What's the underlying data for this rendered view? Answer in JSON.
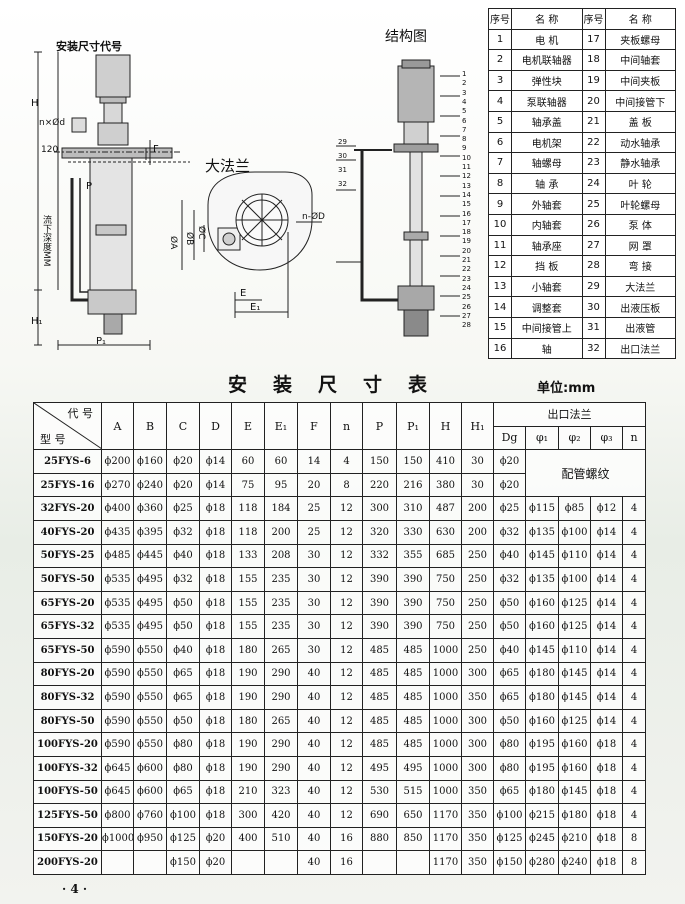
{
  "drawings": {
    "install_label": "安装尺寸代号",
    "flange_label": "大法兰",
    "structure_label": "结构图",
    "depth_label": "流下深度MM",
    "dim_labels": {
      "H": "H",
      "H1": "H₁",
      "P": "P",
      "P1": "P₁",
      "F": "F",
      "n_d": "n-ØD",
      "a": "ØA",
      "b": "ØB",
      "c": "ØC",
      "e": "E",
      "e1": "E₁",
      "n_d2": "n×Ød",
      "d120": "120"
    },
    "callouts": [
      "1",
      "2",
      "3",
      "4",
      "5",
      "6",
      "7",
      "8",
      "9",
      "10",
      "11",
      "12",
      "13",
      "14",
      "15",
      "16",
      "17",
      "18",
      "19",
      "20",
      "21",
      "22",
      "23",
      "24",
      "25",
      "26",
      "27",
      "28",
      "29",
      "30",
      "31",
      "32"
    ]
  },
  "parts_table": {
    "headers": [
      "序号",
      "名 称",
      "序号",
      "名 称"
    ],
    "rows": [
      [
        "1",
        "电 机",
        "17",
        "夹板螺母"
      ],
      [
        "2",
        "电机联轴器",
        "18",
        "中间轴套"
      ],
      [
        "3",
        "弹性块",
        "19",
        "中间夹板"
      ],
      [
        "4",
        "泵联轴器",
        "20",
        "中间接管下"
      ],
      [
        "5",
        "轴承盖",
        "21",
        "盖 板"
      ],
      [
        "6",
        "电机架",
        "22",
        "动水轴承"
      ],
      [
        "7",
        "轴螺母",
        "23",
        "静水轴承"
      ],
      [
        "8",
        "轴 承",
        "24",
        "叶 轮"
      ],
      [
        "9",
        "外轴套",
        "25",
        "叶轮螺母"
      ],
      [
        "10",
        "内轴套",
        "26",
        "泵 体"
      ],
      [
        "11",
        "轴承座",
        "27",
        "网 罩"
      ],
      [
        "12",
        "挡 板",
        "28",
        "弯 接"
      ],
      [
        "13",
        "小轴套",
        "29",
        "大法兰"
      ],
      [
        "14",
        "调整套",
        "30",
        "出液压板"
      ],
      [
        "15",
        "中间接管上",
        "31",
        "出液管"
      ],
      [
        "16",
        "轴",
        "32",
        "出口法兰"
      ]
    ]
  },
  "dims_table": {
    "title": "安装尺寸表",
    "unit": "单位:mm",
    "corner_top": "代 号",
    "corner_bottom": "型 号",
    "columns": [
      "A",
      "B",
      "C",
      "D",
      "E",
      "E₁",
      "F",
      "n",
      "P",
      "P₁",
      "H",
      "H₁"
    ],
    "outlet_header": "出口法兰",
    "outlet_columns": [
      "Dg",
      "φ₁",
      "φ₂",
      "φ₃",
      "n"
    ],
    "pipe_thread_note": "配管螺纹",
    "rows": [
      [
        "25FYS-6",
        "ϕ200",
        "ϕ160",
        "ϕ20",
        "ϕ14",
        "60",
        "60",
        "14",
        "4",
        "150",
        "150",
        "410",
        "30",
        "ϕ20",
        "",
        "",
        "",
        ""
      ],
      [
        "25FYS-16",
        "ϕ270",
        "ϕ240",
        "ϕ20",
        "ϕ14",
        "75",
        "95",
        "20",
        "8",
        "220",
        "216",
        "380",
        "30",
        "ϕ20",
        "",
        "",
        "",
        ""
      ],
      [
        "32FYS-20",
        "ϕ400",
        "ϕ360",
        "ϕ25",
        "ϕ18",
        "118",
        "184",
        "25",
        "12",
        "300",
        "310",
        "487",
        "200",
        "ϕ25",
        "ϕ115",
        "ϕ85",
        "ϕ12",
        "4"
      ],
      [
        "40FYS-20",
        "ϕ435",
        "ϕ395",
        "ϕ32",
        "ϕ18",
        "118",
        "200",
        "25",
        "12",
        "320",
        "330",
        "630",
        "200",
        "ϕ32",
        "ϕ135",
        "ϕ100",
        "ϕ14",
        "4"
      ],
      [
        "50FYS-25",
        "ϕ485",
        "ϕ445",
        "ϕ40",
        "ϕ18",
        "133",
        "208",
        "30",
        "12",
        "332",
        "355",
        "685",
        "250",
        "ϕ40",
        "ϕ145",
        "ϕ110",
        "ϕ14",
        "4"
      ],
      [
        "50FYS-50",
        "ϕ535",
        "ϕ495",
        "ϕ32",
        "ϕ18",
        "155",
        "235",
        "30",
        "12",
        "390",
        "390",
        "750",
        "250",
        "ϕ32",
        "ϕ135",
        "ϕ100",
        "ϕ14",
        "4"
      ],
      [
        "65FYS-20",
        "ϕ535",
        "ϕ495",
        "ϕ50",
        "ϕ18",
        "155",
        "235",
        "30",
        "12",
        "390",
        "390",
        "750",
        "250",
        "ϕ50",
        "ϕ160",
        "ϕ125",
        "ϕ14",
        "4"
      ],
      [
        "65FYS-32",
        "ϕ535",
        "ϕ495",
        "ϕ50",
        "ϕ18",
        "155",
        "235",
        "30",
        "12",
        "390",
        "390",
        "750",
        "250",
        "ϕ50",
        "ϕ160",
        "ϕ125",
        "ϕ14",
        "4"
      ],
      [
        "65FYS-50",
        "ϕ590",
        "ϕ550",
        "ϕ40",
        "ϕ18",
        "180",
        "265",
        "30",
        "12",
        "485",
        "485",
        "1000",
        "250",
        "ϕ40",
        "ϕ145",
        "ϕ110",
        "ϕ14",
        "4"
      ],
      [
        "80FYS-20",
        "ϕ590",
        "ϕ550",
        "ϕ65",
        "ϕ18",
        "190",
        "290",
        "40",
        "12",
        "485",
        "485",
        "1000",
        "300",
        "ϕ65",
        "ϕ180",
        "ϕ145",
        "ϕ14",
        "4"
      ],
      [
        "80FYS-32",
        "ϕ590",
        "ϕ550",
        "ϕ65",
        "ϕ18",
        "190",
        "290",
        "40",
        "12",
        "485",
        "485",
        "1000",
        "350",
        "ϕ65",
        "ϕ180",
        "ϕ145",
        "ϕ14",
        "4"
      ],
      [
        "80FYS-50",
        "ϕ590",
        "ϕ550",
        "ϕ50",
        "ϕ18",
        "180",
        "265",
        "40",
        "12",
        "485",
        "485",
        "1000",
        "300",
        "ϕ50",
        "ϕ160",
        "ϕ125",
        "ϕ14",
        "4"
      ],
      [
        "100FYS-20",
        "ϕ590",
        "ϕ550",
        "ϕ80",
        "ϕ18",
        "190",
        "290",
        "40",
        "12",
        "485",
        "485",
        "1000",
        "300",
        "ϕ80",
        "ϕ195",
        "ϕ160",
        "ϕ18",
        "4"
      ],
      [
        "100FYS-32",
        "ϕ645",
        "ϕ600",
        "ϕ80",
        "ϕ18",
        "190",
        "290",
        "40",
        "12",
        "495",
        "495",
        "1000",
        "300",
        "ϕ80",
        "ϕ195",
        "ϕ160",
        "ϕ18",
        "4"
      ],
      [
        "100FYS-50",
        "ϕ645",
        "ϕ600",
        "ϕ65",
        "ϕ18",
        "210",
        "323",
        "40",
        "12",
        "530",
        "515",
        "1000",
        "350",
        "ϕ65",
        "ϕ180",
        "ϕ145",
        "ϕ18",
        "4"
      ],
      [
        "125FYS-50",
        "ϕ800",
        "ϕ760",
        "ϕ100",
        "ϕ18",
        "300",
        "420",
        "40",
        "12",
        "690",
        "650",
        "1170",
        "350",
        "ϕ100",
        "ϕ215",
        "ϕ180",
        "ϕ18",
        "4"
      ],
      [
        "150FYS-20",
        "ϕ1000",
        "ϕ950",
        "ϕ125",
        "ϕ20",
        "400",
        "510",
        "40",
        "16",
        "880",
        "850",
        "1170",
        "350",
        "ϕ125",
        "ϕ245",
        "ϕ210",
        "ϕ18",
        "8"
      ],
      [
        "200FYS-20",
        "",
        "",
        "ϕ150",
        "ϕ20",
        "",
        "",
        "40",
        "16",
        "",
        "",
        "1170",
        "350",
        "ϕ150",
        "ϕ280",
        "ϕ240",
        "ϕ18",
        "8"
      ]
    ]
  },
  "page_number": "· 4 ·"
}
